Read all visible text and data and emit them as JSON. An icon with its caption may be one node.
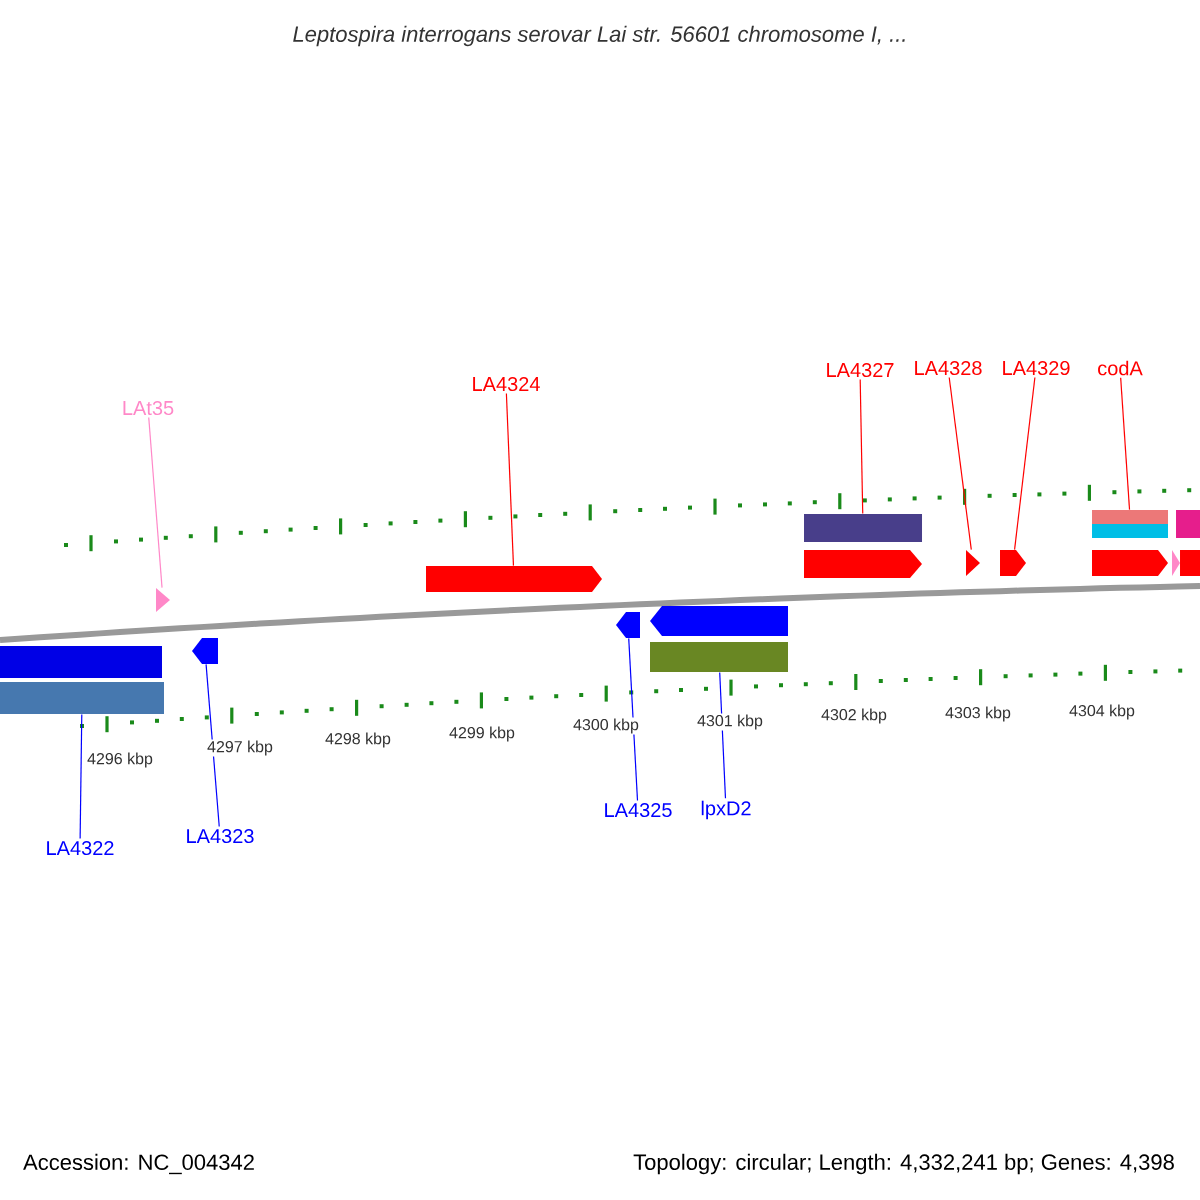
{
  "diagram": {
    "title": "*Leptospira interrogans* serovar Lai str. 56601 chromosome I, ...",
    "nodes": [
      {
        "text": [
          "LAt35"
        ]
      },
      {
        "text": [
          "LA4324"
        ]
      },
      {
        "text": [
          "LA4327"
        ]
      },
      {
        "text": [
          "LA4328"
        ]
      },
      {
        "text": [
          "LA4329"
        ]
      },
      {
        "text": [
          "codA"
        ]
      },
      {
        "text": [
          "LA4322"
        ]
      },
      {
        "text": [
          "LA4323"
        ]
      },
      {
        "text": [
          "LA4325"
        ]
      },
      {
        "text": [
          "lpxD2"
        ]
      },
      {
        "text": [],
        "shape": "triangle"
      },
      {
        "text": [],
        "shape": "bar"
      },
      {
        "text": [],
        "shape": "bar"
      },
      {
        "text": [],
        "shape": "pentagon"
      },
      {
        "text": [],
        "shape": "pentagon"
      },
      {
        "text": [],
        "shape": "pentagon"
      },
      {
        "text": [],
        "shape": "pentagon"
      },
      {
        "text": [],
        "shape": "bar"
      },
      {
        "text": [],
        "shape": "bar"
      },
      {
        "text": [],
        "shape": "pentagon"
      },
      {
        "text": [],
        "shape": "triangle"
      },
      {
        "text": [],
        "shape": "pentagon"
      },
      {
        "text": [],
        "shape": "bar"
      },
      {
        "text": [],
        "shape": "bar"
      },
      {
        "text": [],
        "shape": "pentagon"
      },
      {
        "text": [],
        "shape": "triangle"
      },
      {
        "text": [],
        "shape": "bar"
      },
      {
        "text": [],
        "shape": "bar"
      }
    ],
    "edges": [
      {
        "from": 0,
        "to": 10,
        "arrow": "none",
        "color": "#ff88c8"
      },
      {
        "from": 1,
        "to": 14,
        "arrow": "none"
      },
      {
        "from": 2,
        "to": 18,
        "arrow": "none"
      },
      {
        "from": 3,
        "to": 20,
        "arrow": "none"
      },
      {
        "from": 4,
        "to": 21,
        "arrow": "none"
      },
      {
        "from": 5,
        "to": 22,
        "arrow": "none"
      },
      {
        "from": 6,
        "to": 12,
        "arrow": "none",
        "color": "#0000ff"
      },
      {
        "from": 7,
        "to": 13,
        "arrow": "none",
        "color": "#0000ff"
      },
      {
        "from": 8,
        "to": 15,
        "arrow": "none",
        "color": "#0000ff"
      },
      {
        "from": 9,
        "to": 17,
        "arrow": "none",
        "color": "#0000ff"
      }
    ],
    "labels": [
      "4296 kbp",
      "4297 kbp",
      "4298 kbp",
      "4299 kbp",
      "4300 kbp",
      "4301 kbp",
      "4302 kbp",
      "4303 kbp",
      "4304 kbp",
      "Accession: NC_004342",
      "Topology: circular; Length: 4,332,241 bp; Genes: 4,398"
    ]
  }
}
